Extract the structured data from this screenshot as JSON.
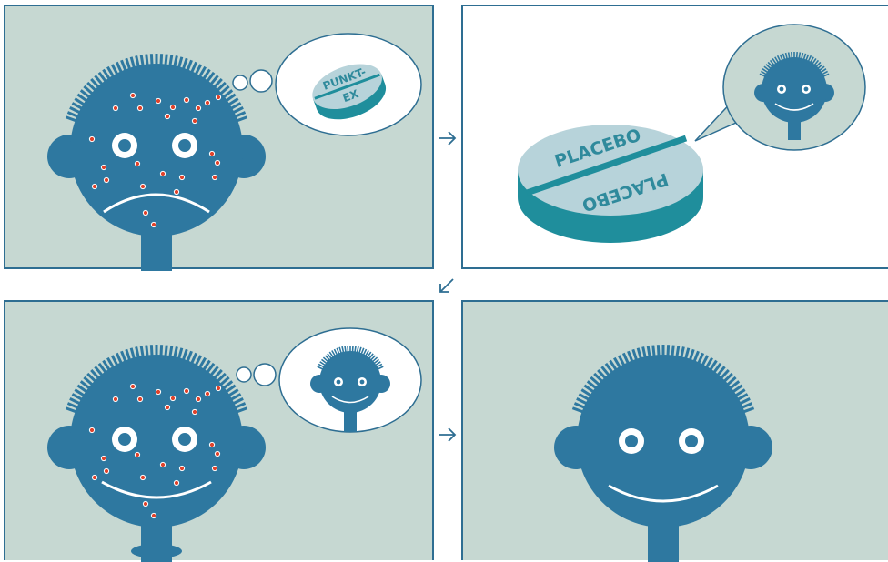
{
  "panels": {
    "sick_thinking": {
      "thought_pill": {
        "label_top": "PUNKT-",
        "label_bottom": "EX"
      }
    },
    "placebo": {
      "pill": {
        "label_top": "PLACEBO",
        "label_bottom": "PLACEBO"
      }
    }
  },
  "colors": {
    "panel_background": "#c6d8d2",
    "head": "#2e78a0",
    "border": "#2e6e92",
    "pill_face": "#b7d3da",
    "pill_rim": "#1f8e9c",
    "spots": "#e0432c"
  },
  "arrows": [
    "right",
    "down-left",
    "right"
  ]
}
